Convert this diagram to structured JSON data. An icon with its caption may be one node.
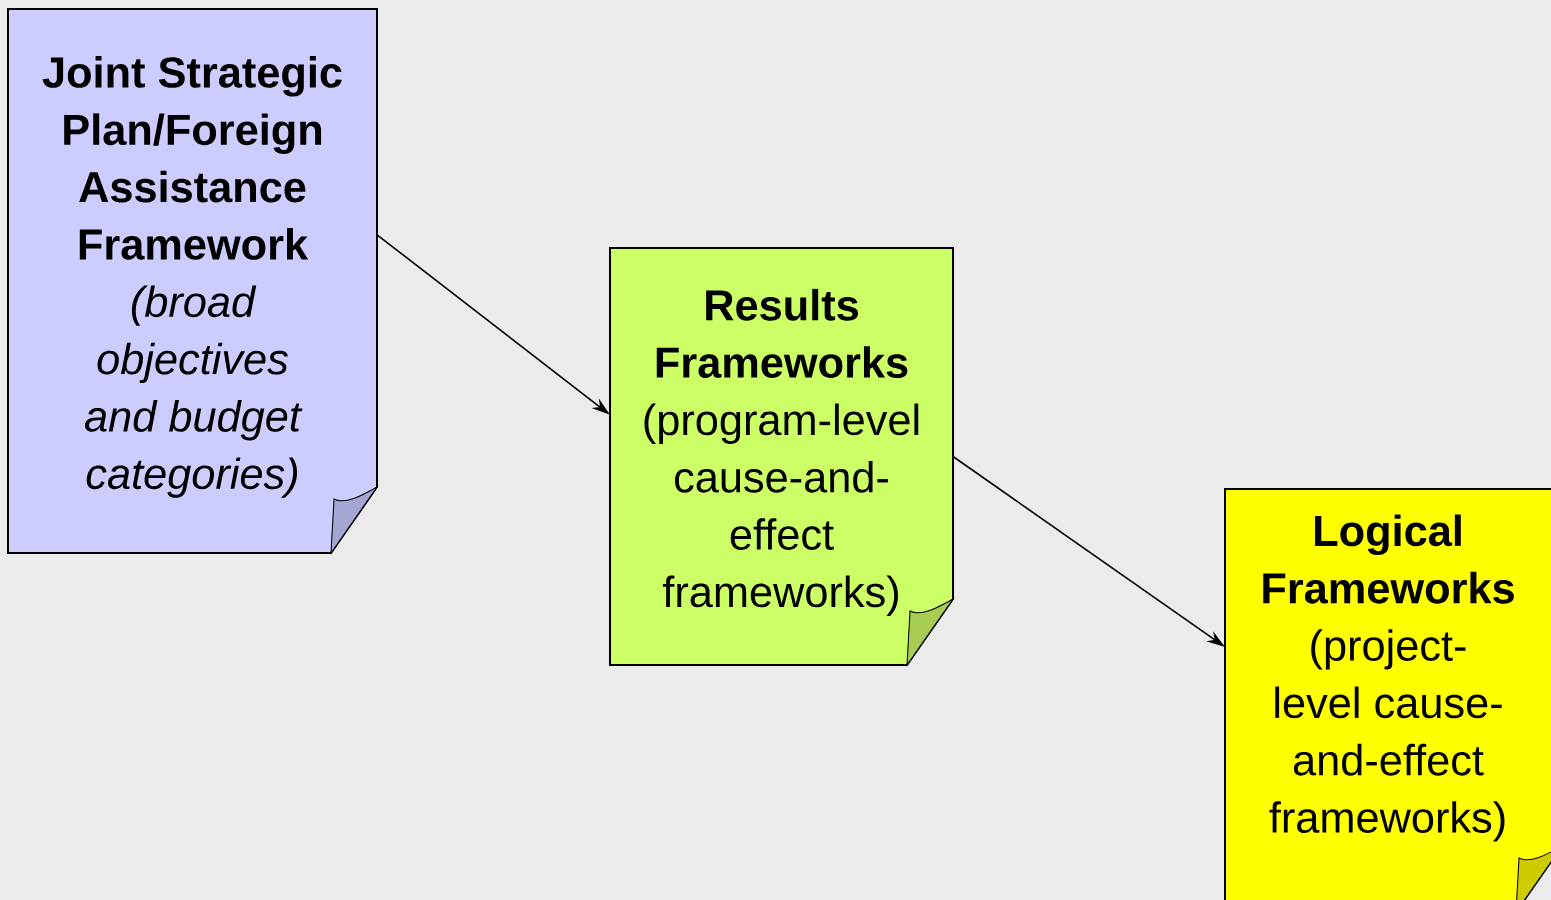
{
  "diagram": {
    "nodes": [
      {
        "text": [
          "Joint Strategic Plan/Foreign Assistance Framework",
          "(broad objectives and budget categories)"
        ]
      },
      {
        "text": [
          "Results Frameworks",
          "(program-level cause-and-effect frameworks)"
        ]
      },
      {
        "text": [
          "Logical Frameworks",
          "(project-level cause-and-effect frameworks)"
        ]
      }
    ],
    "edges": [
      {
        "from": 0,
        "to": 1,
        "arrow": "to"
      },
      {
        "from": 1,
        "to": 2,
        "arrow": "to"
      }
    ]
  }
}
